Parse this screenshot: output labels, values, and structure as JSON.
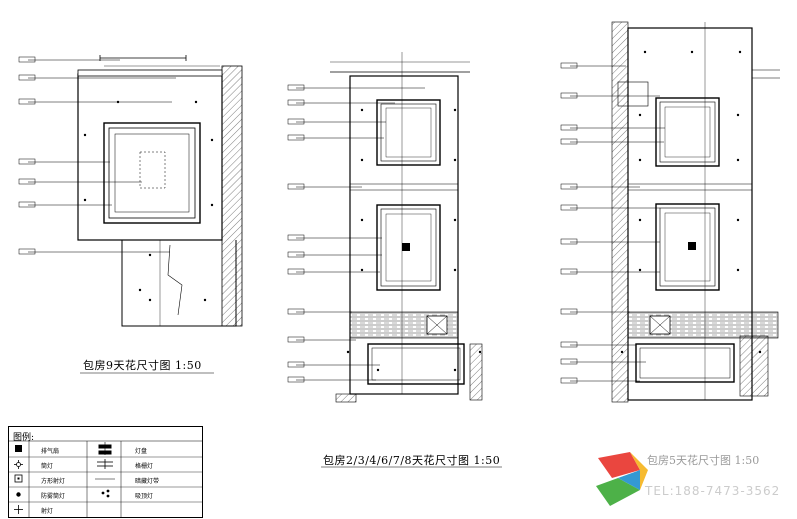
{
  "drawings": [
    {
      "caption": "包房9天花尺寸图 1:50"
    },
    {
      "caption": "包房2/3/4/6/7/8天花尺寸图 1:50"
    },
    {
      "caption": "包房5天花尺寸图 1:50"
    }
  ],
  "legend": {
    "title": "图例:",
    "items": [
      {
        "symbol": "square-fill",
        "label": "排气扇"
      },
      {
        "symbol": "cross-circle",
        "label": "筒灯"
      },
      {
        "symbol": "square-dot",
        "label": "方形射灯"
      },
      {
        "symbol": "dot",
        "label": "防雾筒灯"
      },
      {
        "symbol": "plus",
        "label": "射灯"
      },
      {
        "symbol": "stack",
        "label": "灯盘"
      },
      {
        "symbol": "double-bar",
        "label": "格栅灯"
      },
      {
        "symbol": "line",
        "label": "暗藏灯带"
      },
      {
        "symbol": "triple-dot",
        "label": "吸顶灯"
      }
    ]
  },
  "watermark": {
    "title": "包房5天花尺寸图 1:50",
    "tel": "TEL:188-7473-3562",
    "colors": [
      "#e8322b",
      "#f6b31a",
      "#3aa935",
      "#1f8ecf"
    ]
  }
}
